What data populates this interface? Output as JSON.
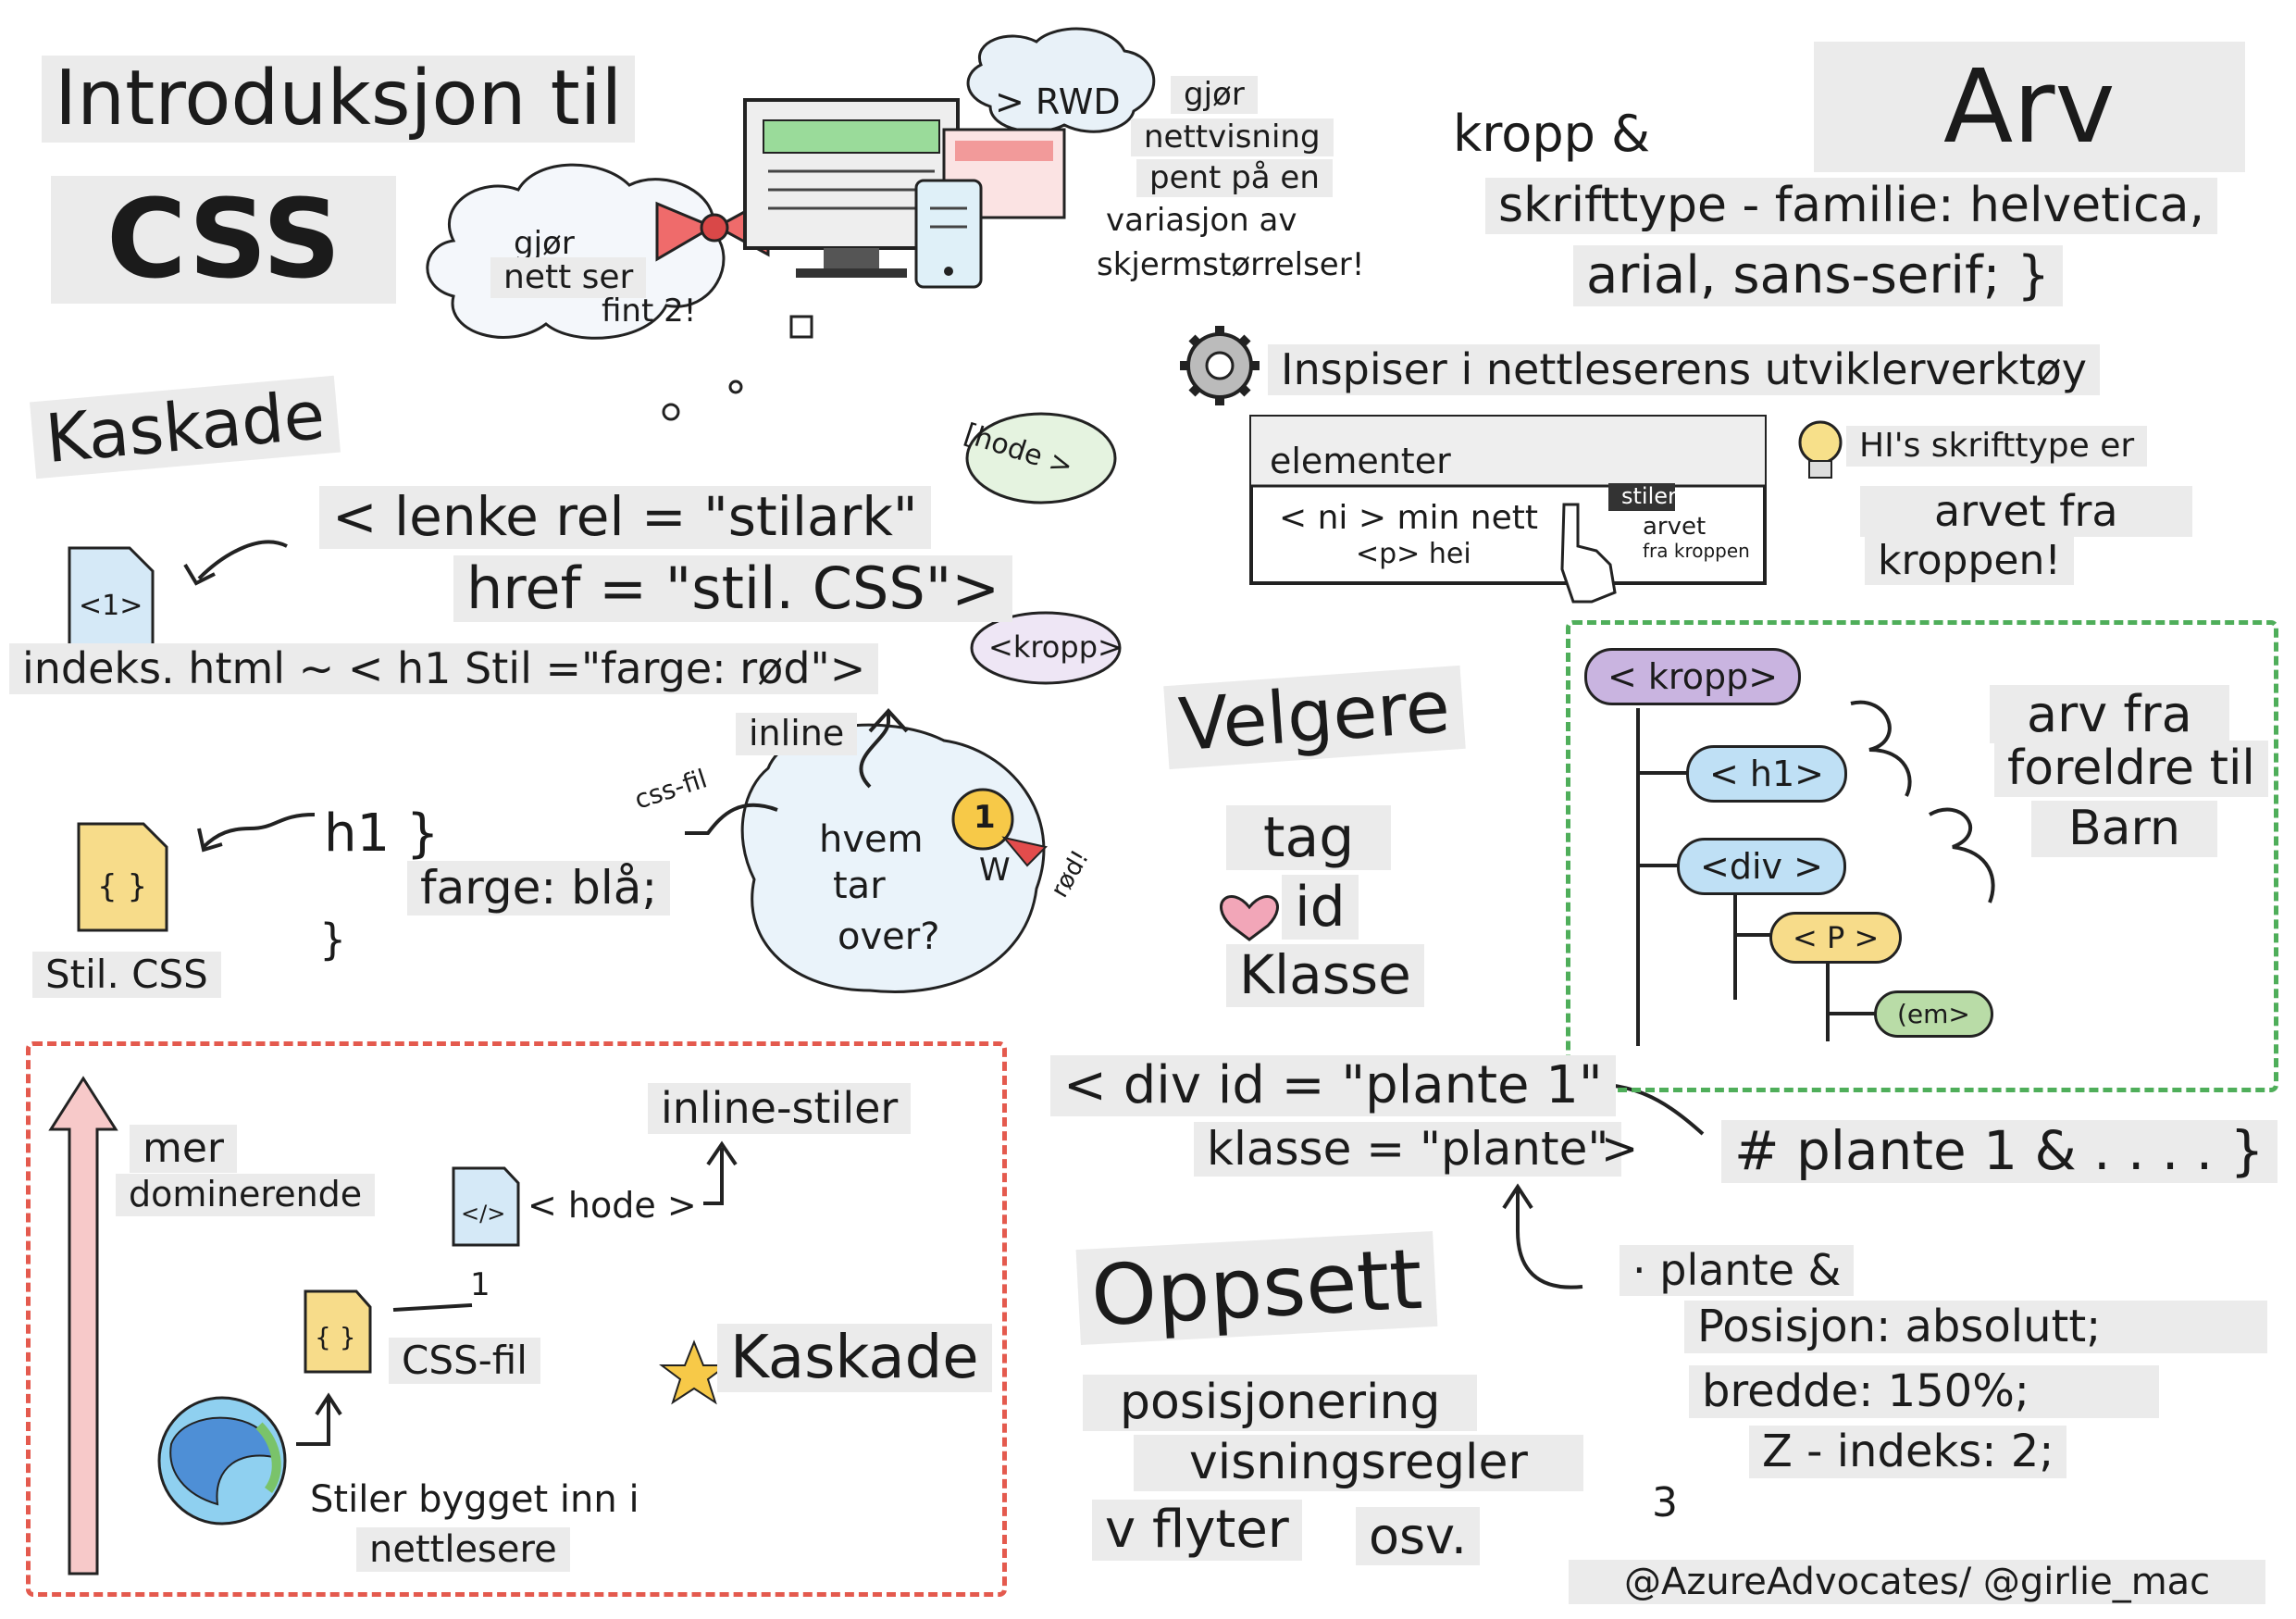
{
  "header": {
    "title_line1": "Introduksjon til",
    "title_line2": "CSS",
    "cloud_line1": "gjør",
    "cloud_line2": "nett ser",
    "cloud_line3": "fint 2!",
    "rwd_label": "> RWD",
    "rwd_text1": "gjør",
    "rwd_text2": "nettvisning",
    "rwd_text3": "pent på en",
    "rwd_text4": "variasjon av",
    "rwd_text5": "skjermstørrelser!"
  },
  "cascade": {
    "title": "Kaskade",
    "hode_bubble": "[hode >",
    "link_line1": "< lenke rel = \"stilark\"",
    "link_line2": "href = \"stil. CSS\">",
    "file_h1": "<1>",
    "index_line": "indeks. html ~ < h1 Stil =\"farge: rød\">",
    "kropp_bubble": "<kropp>",
    "inline_label": "inline",
    "cssfil_label": "css-fil",
    "who_line1": "hvem",
    "who_line2": "tar",
    "who_line3": "over?",
    "red_label": "rød!",
    "w_label": "W",
    "badge_number": "1",
    "h1_rule": "h1 }",
    "color_rule": "farge: blå;",
    "close_brace": "}",
    "file_braces": "{ }",
    "stil_css": "Stil. CSS"
  },
  "priority": {
    "more_dominant1": "mer",
    "more_dominant2": "dominerende",
    "inline_styles": "inline-stiler",
    "hode": "< hode >",
    "code_icon": "</>",
    "number": "1",
    "css_file": "CSS-fil",
    "file_braces": "{ }",
    "cascade": "Kaskade",
    "browser1": "Stiler bygget inn i",
    "browser2": "nettlesere"
  },
  "inheritance": {
    "title": "Arv",
    "line1": "kropp &",
    "line2": "skrifttype - familie: helvetica,",
    "line3": "arial, sans-serif; }",
    "inspect": "Inspiser i nettleserens utviklerverktøy",
    "dev_tab": "elementer",
    "dev_line1": "< ni > min nett",
    "dev_line2": "<p> hei",
    "dev_styles": "stiler",
    "dev_inherited": "arvet",
    "dev_from_body": "fra kroppen",
    "tip1": "HI's skrifttype er",
    "tip2": "arvet fra",
    "tip3": "kroppen!"
  },
  "tree": {
    "body": "< kropp>",
    "h1": "< h1>",
    "div": "<div >",
    "p": "< P >",
    "em": "(em>",
    "caption1": "arv fra",
    "caption2": "foreldre til",
    "caption3": "Barn"
  },
  "selectors": {
    "title": "Velgere",
    "tag": "tag",
    "id": "id",
    "klasse": "Klasse",
    "div_line1": "< div id = \"plante 1\"",
    "div_line2": "klasse = \"plante\"",
    "div_close": ">",
    "id_rule": "# plante 1 & . . . . }",
    "class_rule1": "· plante &",
    "class_rule2": "Posisjon: absolutt;",
    "class_rule3": "bredde: 150%;",
    "class_rule4": "Z - indeks: 2;",
    "class_rule5": "3"
  },
  "layout": {
    "title": "Oppsett",
    "item1": "posisjonering",
    "item2": "visningsregler",
    "item3": "v flyter",
    "item4": "osv."
  },
  "footer": {
    "credit": "@AzureAdvocates/ @girlie_mac"
  },
  "colors": {
    "pink": "#f7c9c9",
    "red_dash": "#e45a4e",
    "green_dash": "#4fae5a",
    "purple": "#c9b4e0",
    "blue": "#bfe0f5",
    "yellow": "#f7dc8a",
    "green": "#b9dca7",
    "bow": "#ef6b6b"
  },
  "icons": [
    "gear-icon",
    "lightbulb-icon",
    "pointer-hand-icon",
    "bow-icon",
    "computer-icon",
    "phone-icon",
    "file-icon",
    "code-file-icon",
    "browser-edge-icon",
    "star-icon",
    "heart-icon",
    "medal-icon",
    "cloud-icon",
    "arrow-up-icon"
  ]
}
